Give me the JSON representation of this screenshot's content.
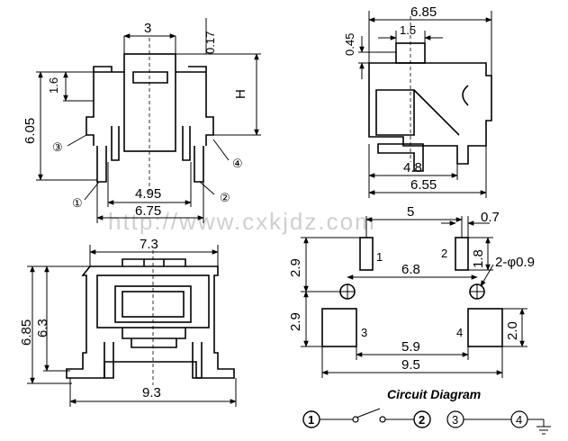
{
  "watermark": "http://www.cxkjdz.com",
  "front_view": {
    "dims": {
      "top_width": "3",
      "top_offset": "0.17",
      "left_step": "1.6",
      "left_height": "6.05",
      "right_height": "H",
      "bottom_inner": "4.95",
      "bottom_outer": "6.75"
    },
    "pins": {
      "p1": "①",
      "p2": "②",
      "p3": "③",
      "p4": "④"
    }
  },
  "side_view": {
    "dims": {
      "top_width": "6.85",
      "knob_width": "1.5",
      "knob_height": "0.45",
      "mid_width": "4.8",
      "bottom_width": "6.55"
    }
  },
  "top_view": {
    "dims": {
      "width_inner": "7.3",
      "height_outer": "6.85",
      "height_inner": "6.3",
      "bottom_width": "9.3"
    }
  },
  "pcb_layout": {
    "dims": {
      "pad_span": "5",
      "pad_small_w": "0.7",
      "pad_small_h": "1.8",
      "row_gap_top": "2.9",
      "row_gap_bottom": "2.9",
      "hole_span": "6.8",
      "hole_label": "2-φ0.9",
      "pad_large_h": "2.0",
      "pad_inner_span": "5.9",
      "pad_outer_span": "9.5"
    },
    "pad_labels": {
      "p1": "1",
      "p2": "2",
      "p3": "3",
      "p4": "4"
    }
  },
  "circuit": {
    "title": "Circuit Diagram",
    "n1": "1",
    "n2": "2",
    "n3": "3",
    "n4": "4"
  }
}
